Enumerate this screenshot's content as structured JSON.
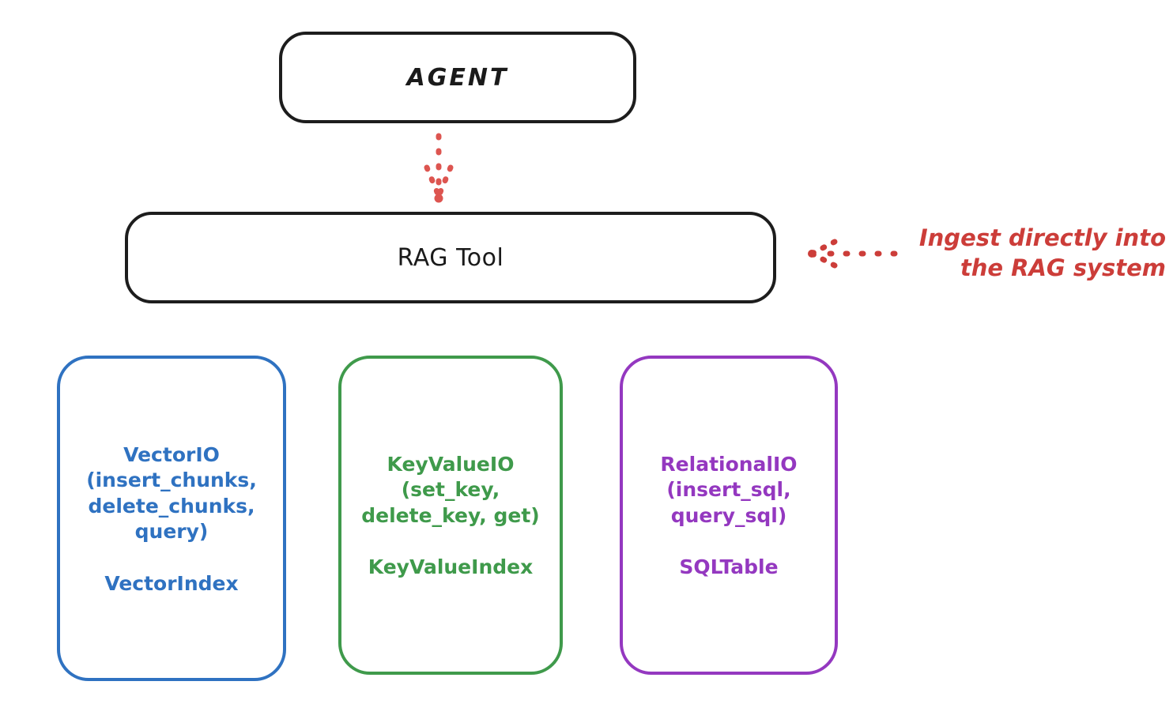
{
  "diagram": {
    "title_node": {
      "label": "AGENT"
    },
    "tool_node": {
      "label": "RAG Tool"
    },
    "annotation": {
      "text": "Ingest directly into\nthe RAG system",
      "color": "#cc3d39",
      "arrow": "dotted-arrow-left"
    },
    "connector_agent_to_tool": {
      "style": "dotted-arrow-down",
      "color": "#cc3d39"
    },
    "leaves": [
      {
        "name": "vector-io",
        "api": "VectorIO\n(insert_chunks,\ndelete_chunks,\nquery)",
        "index": "VectorIndex",
        "color": "#2f72c1"
      },
      {
        "name": "key-value-io",
        "api": "KeyValueIO\n(set_key,\ndelete_key, get)",
        "index": "KeyValueIndex",
        "color": "#3f9a4b"
      },
      {
        "name": "relational-io",
        "api": "RelationalIO\n(insert_sql,\nquery_sql)",
        "index": "SQLTable",
        "color": "#9438c0"
      }
    ]
  }
}
